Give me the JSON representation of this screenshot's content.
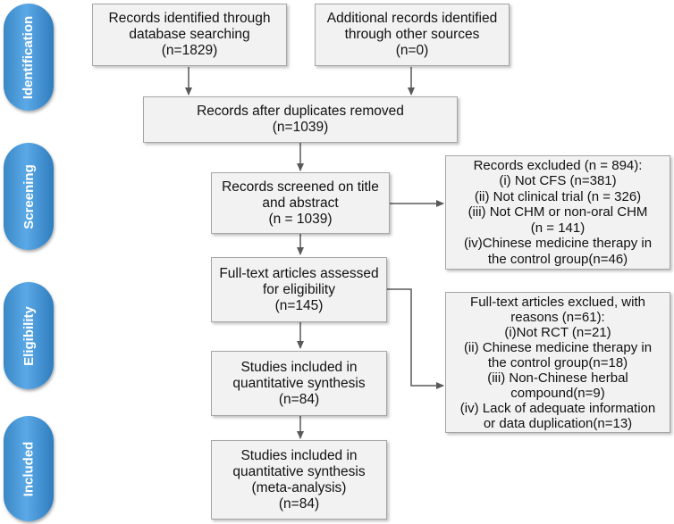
{
  "stages": [
    {
      "key": "identification",
      "label": "Identification"
    },
    {
      "key": "screening",
      "label": "Screening"
    },
    {
      "key": "eligibility",
      "label": "Eligibility"
    },
    {
      "key": "included",
      "label": "Included"
    }
  ],
  "boxes": {
    "records_identified": {
      "lines": [
        "Records identified through",
        "database searching",
        "(n=1829)"
      ]
    },
    "additional_records": {
      "lines": [
        "Additional records identified",
        "through other sources",
        "(n=0)"
      ]
    },
    "after_duplicates": {
      "lines": [
        "Records after duplicates removed",
        "(n=1039)"
      ]
    },
    "screened": {
      "lines": [
        "Records screened on title",
        "and abstract",
        "(n = 1039)"
      ]
    },
    "excluded": {
      "lines": [
        "Records excluded (n = 894):",
        "(i) Not CFS (n=381)",
        "(ii) Not clinical trial (n = 326)",
        "(iii) Not CHM or non-oral CHM",
        "(n = 141)",
        "(iv)Chinese medicine therapy in",
        "the control group(n=46)"
      ]
    },
    "full_text": {
      "lines": [
        "Full-text articles assessed",
        "for eligibility",
        "(n=145)"
      ]
    },
    "full_text_excluded": {
      "lines": [
        "Full-text articles exclued, with",
        "reasons (n=61):",
        "(i)Not RCT (n=21)",
        "(ii) Chinese medicine therapy in",
        "the control group(n=18)",
        "(iii) Non-Chinese herbal",
        "compound(n=9)",
        "(iv) Lack of adequate information",
        "or data duplication(n=13)"
      ]
    },
    "quantitative": {
      "lines": [
        "Studies included in",
        "quantitative synthesis",
        "(n=84)"
      ]
    },
    "meta_analysis": {
      "lines": [
        "Studies included in",
        "quantitative synthesis",
        "(meta-analysis)",
        "(n=84)"
      ]
    }
  },
  "colors": {
    "stage_fill": "#4a97d6",
    "box_fill": "#f2f2f2",
    "box_border": "#a6a6a6",
    "arrow": "#595959"
  }
}
